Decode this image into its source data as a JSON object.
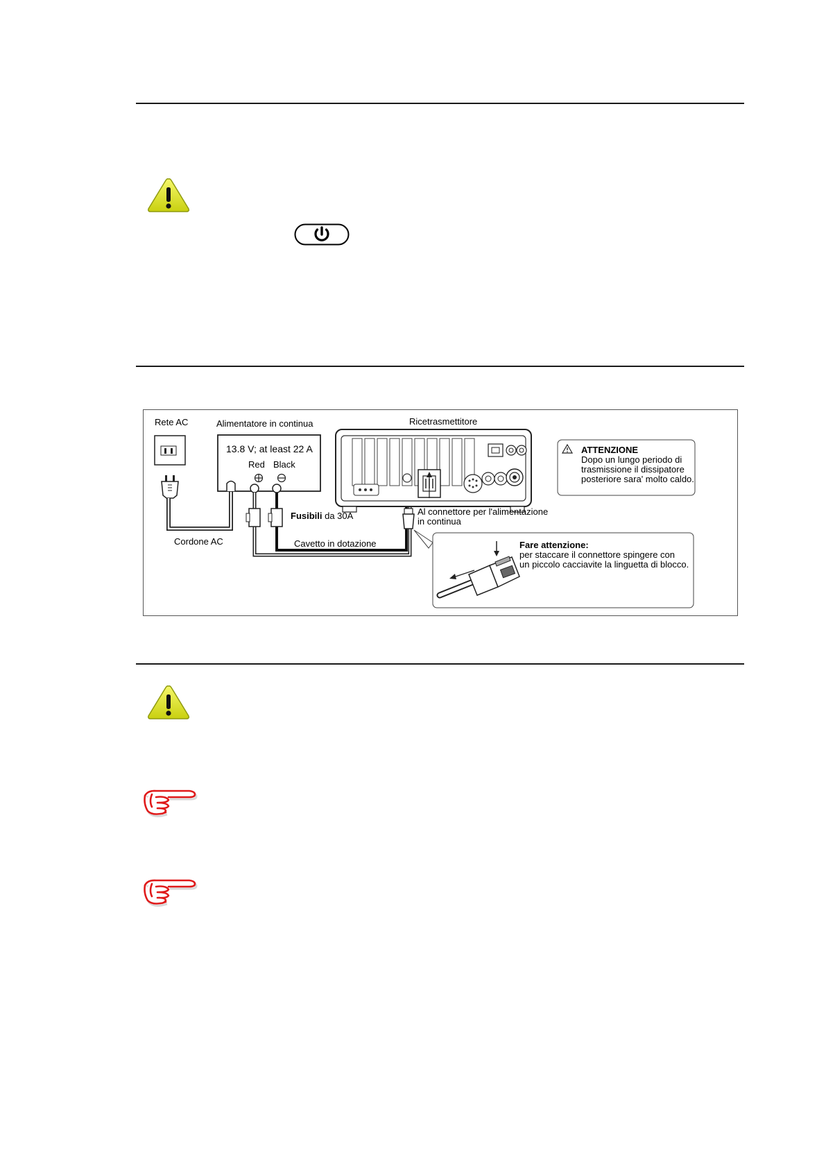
{
  "diagram": {
    "rete_ac": "Rete AC",
    "alimentatore": "Alimentatore in continua",
    "psu_spec": "13.8 V; at least 22 A",
    "red": "Red",
    "black": "Black",
    "ricetrasmettitore": "Ricetrasmettitore",
    "attenzione_title": "ATTENZIONE",
    "attenzione_lines": [
      "Dopo un lungo periodo di",
      "trasmissione il dissipatore",
      "posteriore sara' molto caldo."
    ],
    "fusibili_bold": "Fusibili",
    "fusibili_rest": " da 30A",
    "al_connettore_lines": [
      "Al connettore per l'alimentazione",
      "in continua"
    ],
    "cordone_ac": "Cordone AC",
    "cavetto": "Cavetto in dotazione",
    "fare_title": "Fare attenzione:",
    "fare_lines": [
      "per staccare il connettore spingere con",
      "un piccolo cacciavite la linguetta di blocco."
    ]
  },
  "footer": {
    "left": "",
    "right": ""
  },
  "colors": {
    "warning_yellow": "#e8ec2a",
    "hand_red": "#e01a1a",
    "rule": "#1a1a1a"
  }
}
